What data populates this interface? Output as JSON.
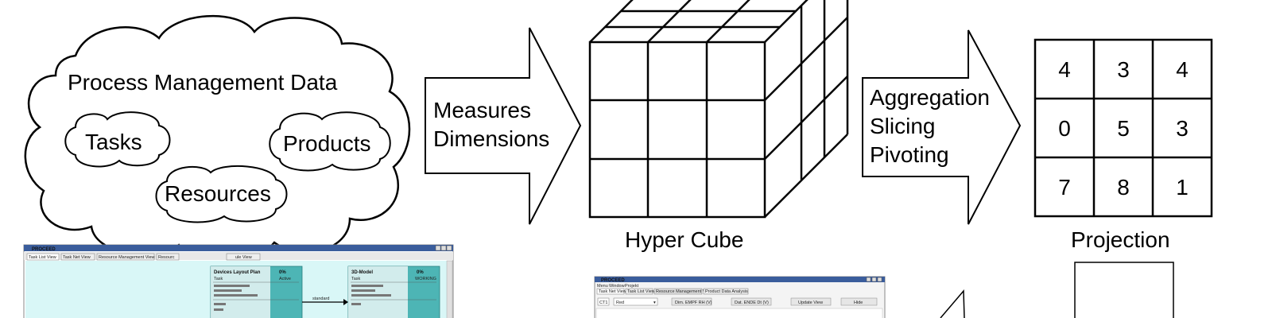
{
  "cloud": {
    "title": "Process Management Data",
    "sub_clouds": [
      "Tasks",
      "Products",
      "Resources"
    ]
  },
  "arrow1": {
    "lines": [
      "Measures",
      "Dimensions"
    ]
  },
  "cube": {
    "caption": "Hyper Cube"
  },
  "arrow2": {
    "lines": [
      "Aggregation",
      "Slicing",
      "Pivoting"
    ]
  },
  "projection": {
    "caption": "Projection",
    "grid": [
      [
        "4",
        "3",
        "4"
      ],
      [
        "0",
        "5",
        "3"
      ],
      [
        "7",
        "8",
        "1"
      ]
    ]
  },
  "screenshot_left": {
    "title": "PROCEED",
    "tabs": [
      "Task List View",
      "Task Net View",
      "Resource Management View",
      "Resourc",
      "ule View"
    ],
    "task_a": {
      "name": "Devices Layout Plan",
      "pct": "0%",
      "type": "Task",
      "state": "Active"
    },
    "task_b": {
      "name": "3D-Model",
      "pct": "0%",
      "type": "Task",
      "state": "WORKING"
    },
    "connector": "standard"
  },
  "screenshot_right": {
    "title": "PROCEED",
    "menu": [
      "Menu",
      "Window",
      "Projekt"
    ],
    "tabs": [
      "Task Net View",
      "Task List View",
      "Resource Management View",
      "Product Data Analysis"
    ],
    "buttons": [
      "Dim. EMPF RH (V)",
      "Dat. ENDE Dt (V)",
      "Update View",
      "Hide"
    ],
    "dropdown": "Red",
    "cell_label": "CT1"
  }
}
